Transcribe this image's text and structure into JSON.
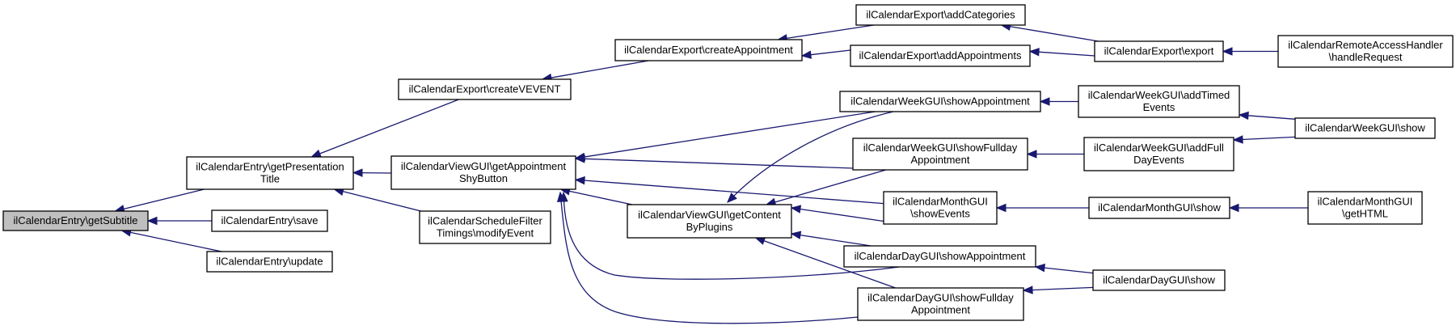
{
  "title": "Caller graph of ilCalendarEntry\\getSubtitle",
  "colors": {
    "edge": "#191970",
    "root_fill": "#bfbfbf",
    "node_fill": "#ffffff",
    "node_border": "#000000"
  },
  "nodes": [
    {
      "id": "getSubtitle",
      "lines": [
        "ilCalendarEntry\\getSubtitle"
      ],
      "root": true
    },
    {
      "id": "getPresentationTitle",
      "lines": [
        "ilCalendarEntry\\getPresentation",
        "Title"
      ]
    },
    {
      "id": "save",
      "lines": [
        "ilCalendarEntry\\save"
      ]
    },
    {
      "id": "update",
      "lines": [
        "ilCalendarEntry\\update"
      ]
    },
    {
      "id": "createVEVENT",
      "lines": [
        "ilCalendarExport\\createVEVENT"
      ]
    },
    {
      "id": "getAppointmentShyButton",
      "lines": [
        "ilCalendarViewGUI\\getAppointment",
        "ShyButton"
      ]
    },
    {
      "id": "modifyEvent",
      "lines": [
        "ilCalendarScheduleFilter",
        "Timings\\modifyEvent"
      ]
    },
    {
      "id": "createAppointment",
      "lines": [
        "ilCalendarExport\\createAppointment"
      ]
    },
    {
      "id": "getContentByPlugins",
      "lines": [
        "ilCalendarViewGUI\\getContent",
        "ByPlugins"
      ]
    },
    {
      "id": "addCategories",
      "lines": [
        "ilCalendarExport\\addCategories"
      ]
    },
    {
      "id": "addAppointments",
      "lines": [
        "ilCalendarExport\\addAppointments"
      ]
    },
    {
      "id": "weekShowAppointment",
      "lines": [
        "ilCalendarWeekGUI\\showAppointment"
      ]
    },
    {
      "id": "weekShowFullday",
      "lines": [
        "ilCalendarWeekGUI\\showFullday",
        "Appointment"
      ]
    },
    {
      "id": "monthShowEvents",
      "lines": [
        "ilCalendarMonthGUI",
        "\\showEvents"
      ]
    },
    {
      "id": "dayShowAppointment",
      "lines": [
        "ilCalendarDayGUI\\showAppointment"
      ]
    },
    {
      "id": "dayShowFullday",
      "lines": [
        "ilCalendarDayGUI\\showFullday",
        "Appointment"
      ]
    },
    {
      "id": "export",
      "lines": [
        "ilCalendarExport\\export"
      ]
    },
    {
      "id": "addTimedEvents",
      "lines": [
        "ilCalendarWeekGUI\\addTimed",
        "Events"
      ]
    },
    {
      "id": "addFullDayEvents",
      "lines": [
        "ilCalendarWeekGUI\\addFull",
        "DayEvents"
      ]
    },
    {
      "id": "monthShow",
      "lines": [
        "ilCalendarMonthGUI\\show"
      ]
    },
    {
      "id": "dayShow",
      "lines": [
        "ilCalendarDayGUI\\show"
      ]
    },
    {
      "id": "handleRequest",
      "lines": [
        "ilCalendarRemoteAccessHandler",
        "\\handleRequest"
      ]
    },
    {
      "id": "weekShow",
      "lines": [
        "ilCalendarWeekGUI\\show"
      ]
    },
    {
      "id": "getHTML",
      "lines": [
        "ilCalendarMonthGUI",
        "\\getHTML"
      ]
    }
  ],
  "edges": [
    {
      "from": "getPresentationTitle",
      "to": "getSubtitle"
    },
    {
      "from": "save",
      "to": "getSubtitle"
    },
    {
      "from": "update",
      "to": "getSubtitle"
    },
    {
      "from": "createVEVENT",
      "to": "getPresentationTitle"
    },
    {
      "from": "getAppointmentShyButton",
      "to": "getPresentationTitle"
    },
    {
      "from": "modifyEvent",
      "to": "getPresentationTitle"
    },
    {
      "from": "createAppointment",
      "to": "createVEVENT"
    },
    {
      "from": "addCategories",
      "to": "createAppointment"
    },
    {
      "from": "addAppointments",
      "to": "createAppointment"
    },
    {
      "from": "export",
      "to": "addCategories"
    },
    {
      "from": "export",
      "to": "addAppointments"
    },
    {
      "from": "handleRequest",
      "to": "export"
    },
    {
      "from": "weekShowAppointment",
      "to": "getAppointmentShyButton"
    },
    {
      "from": "weekShowFullday",
      "to": "getAppointmentShyButton"
    },
    {
      "from": "monthShowEvents",
      "to": "getAppointmentShyButton"
    },
    {
      "from": "getContentByPlugins",
      "to": "getAppointmentShyButton"
    },
    {
      "from": "dayShowAppointment",
      "to": "getAppointmentShyButton"
    },
    {
      "from": "dayShowFullday",
      "to": "getAppointmentShyButton"
    },
    {
      "from": "weekShowAppointment",
      "to": "getContentByPlugins"
    },
    {
      "from": "weekShowFullday",
      "to": "getContentByPlugins"
    },
    {
      "from": "monthShowEvents",
      "to": "getContentByPlugins"
    },
    {
      "from": "dayShowAppointment",
      "to": "getContentByPlugins"
    },
    {
      "from": "dayShowFullday",
      "to": "getContentByPlugins"
    },
    {
      "from": "addTimedEvents",
      "to": "weekShowAppointment"
    },
    {
      "from": "addFullDayEvents",
      "to": "weekShowFullday"
    },
    {
      "from": "weekShow",
      "to": "addTimedEvents"
    },
    {
      "from": "weekShow",
      "to": "addFullDayEvents"
    },
    {
      "from": "monthShow",
      "to": "monthShowEvents"
    },
    {
      "from": "getHTML",
      "to": "monthShow"
    },
    {
      "from": "dayShow",
      "to": "dayShowAppointment"
    },
    {
      "from": "dayShow",
      "to": "dayShowFullday"
    }
  ]
}
